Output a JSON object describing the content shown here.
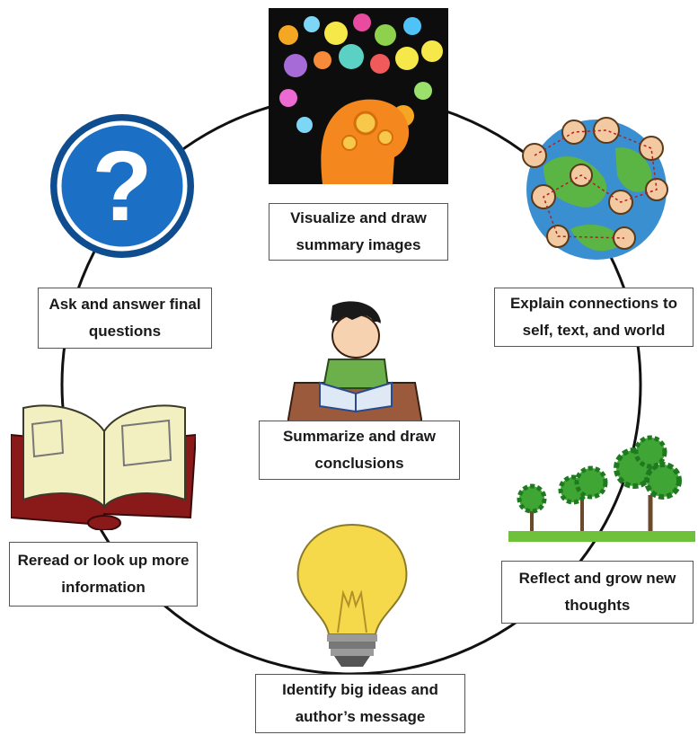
{
  "diagram": {
    "steps": [
      {
        "id": "visualize",
        "label": "Visualize and draw summary images",
        "icon": "brain-ideas-icon"
      },
      {
        "id": "connections",
        "label": "Explain connections to self, text, and world",
        "icon": "globe-people-icon"
      },
      {
        "id": "reflect",
        "label": "Reflect and grow new thoughts",
        "icon": "gear-trees-icon"
      },
      {
        "id": "identify",
        "label": "Identify big ideas and author’s message",
        "icon": "lightbulb-icon"
      },
      {
        "id": "reread",
        "label": "Reread or look up more information",
        "icon": "open-book-icon"
      },
      {
        "id": "ask",
        "label": "Ask and answer final questions",
        "icon": "question-mark-icon"
      }
    ],
    "center": {
      "label": "Summarize and draw conclusions",
      "icon": "student-writing-icon"
    },
    "colors": {
      "ring": "#111111",
      "question_blue": "#1b6fc4",
      "gear_green": "#3fa535",
      "bulb_yellow": "#f6d94a",
      "book_red": "#8a1a1a",
      "brain_orange": "#f5871f"
    }
  }
}
